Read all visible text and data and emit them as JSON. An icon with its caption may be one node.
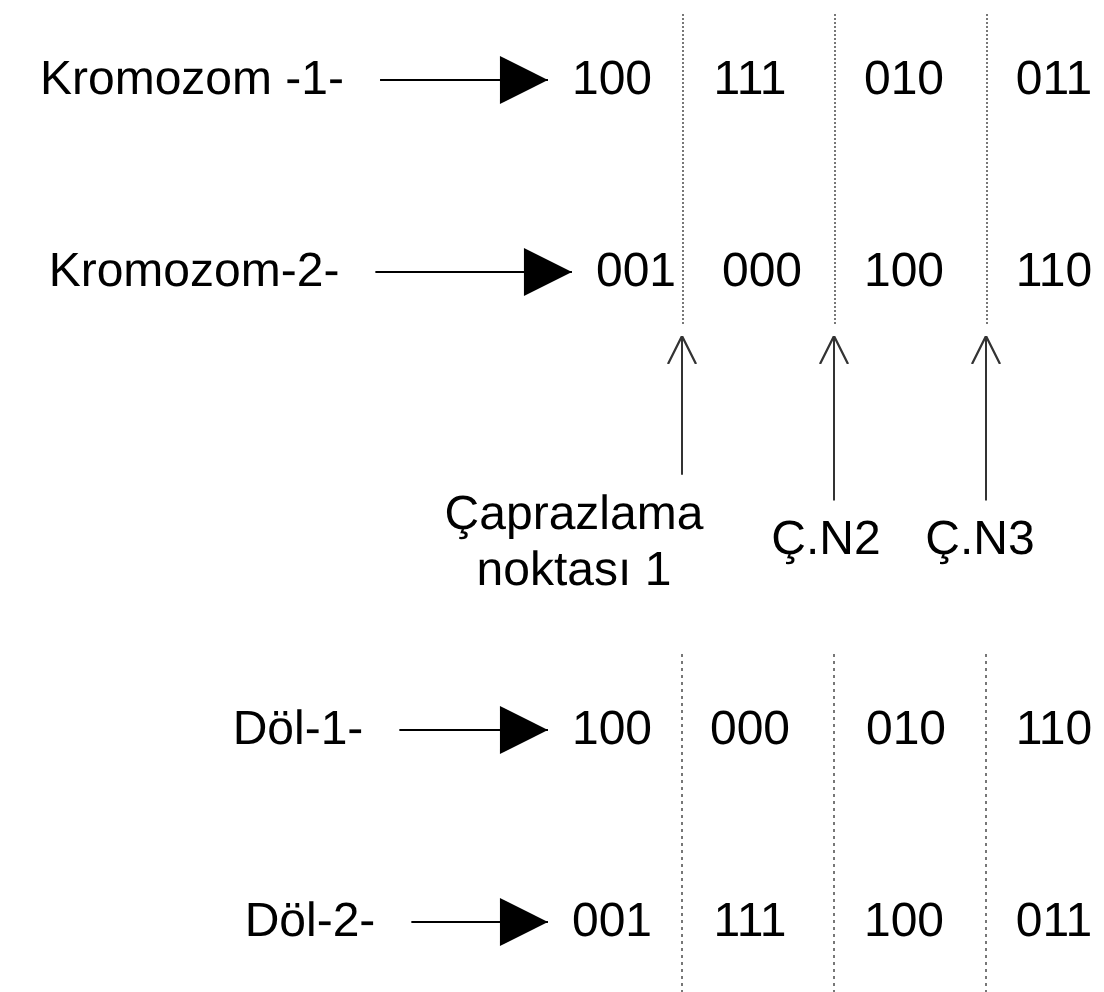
{
  "diagram": {
    "nodes": [
      {
        "text": [
          "Kromozom -1-"
        ]
      },
      {
        "text": [
          "100"
        ]
      },
      {
        "text": [
          "111"
        ]
      },
      {
        "text": [
          "010"
        ]
      },
      {
        "text": [
          "011"
        ]
      },
      {
        "text": [
          "Kromozom-2-"
        ]
      },
      {
        "text": [
          "001"
        ]
      },
      {
        "text": [
          "000"
        ]
      },
      {
        "text": [
          "100"
        ]
      },
      {
        "text": [
          "110"
        ]
      },
      {
        "text": [],
        "shape": "bar"
      },
      {
        "text": [],
        "shape": "bar"
      },
      {
        "text": [],
        "shape": "bar"
      },
      {
        "text": [
          "Çaprazlama noktası 1"
        ]
      },
      {
        "text": [
          "Ç.N2"
        ]
      },
      {
        "text": [
          "Ç.N3"
        ]
      },
      {
        "text": [
          "Döl-1-"
        ]
      },
      {
        "text": [
          "100"
        ]
      },
      {
        "text": [
          "000"
        ]
      },
      {
        "text": [
          "010"
        ]
      },
      {
        "text": [
          "110"
        ]
      },
      {
        "text": [
          "Döl-2-"
        ]
      },
      {
        "text": [
          "001"
        ]
      },
      {
        "text": [
          "111"
        ]
      },
      {
        "text": [
          "100"
        ]
      },
      {
        "text": [
          "011"
        ]
      }
    ],
    "edges": [
      {
        "from": 0,
        "to": 1,
        "arrow": "to"
      },
      {
        "from": 5,
        "to": 6,
        "arrow": "to"
      },
      {
        "from": 13,
        "to": 10,
        "arrow": "to"
      },
      {
        "from": 14,
        "to": 11,
        "arrow": "to"
      },
      {
        "from": 15,
        "to": 12,
        "arrow": "to"
      },
      {
        "from": 16,
        "to": 17,
        "arrow": "to"
      },
      {
        "from": 21,
        "to": 22,
        "arrow": "to"
      }
    ]
  }
}
